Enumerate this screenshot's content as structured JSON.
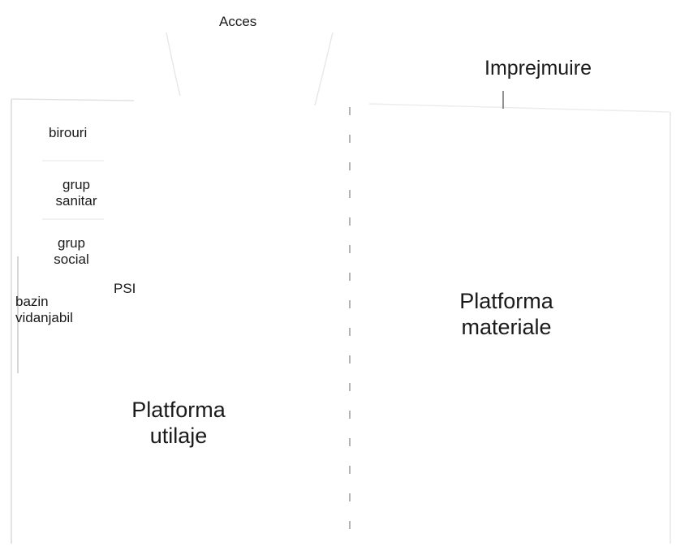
{
  "labels": {
    "acces": "Acces",
    "imprejmuire": "Imprejmuire",
    "birouri": "birouri",
    "grup_sanitar": "grup\nsanitar",
    "grup_social": "grup\nsocial",
    "psi": "PSI",
    "bazin": "bazin\nvidanjabil",
    "platforma_utilaje": "Platforma\nutilaje",
    "platforma_materiale": "Platforma\nmateriale"
  },
  "colors": {
    "line": "#9a9a9a",
    "faint": "#d6d6d6",
    "text": "#1a1a1a"
  }
}
